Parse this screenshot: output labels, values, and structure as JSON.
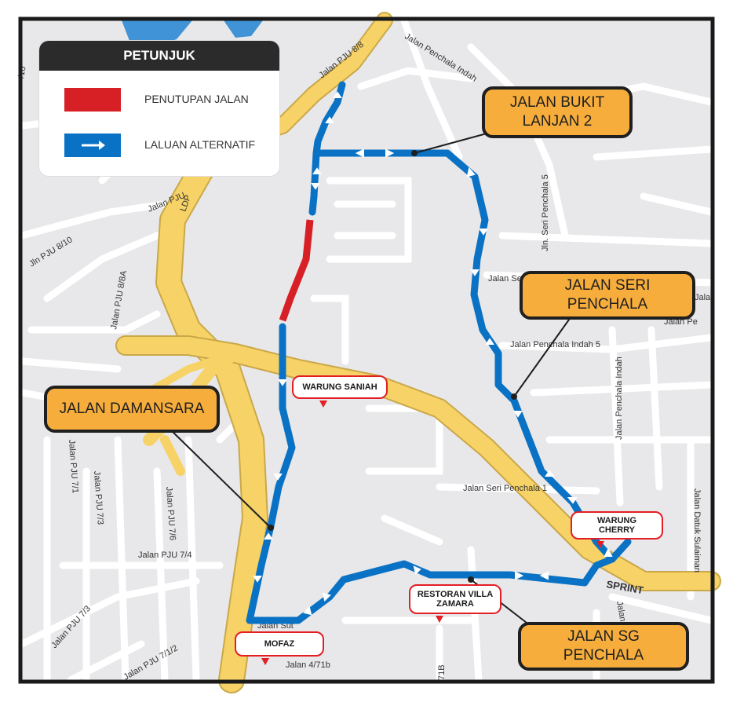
{
  "legend": {
    "title": "PETUNJUK",
    "items": [
      {
        "label": "PENUTUPAN JALAN",
        "color": "#d71f26"
      },
      {
        "label": "LALUAN ALTERNATIF",
        "color": "#0a72c4"
      }
    ]
  },
  "callouts": {
    "bukit_lanjan": "JALAN BUKIT LANJAN 2",
    "seri_penchala": "JALAN SERI PENCHALA",
    "damansara": "JALAN DAMANSARA",
    "sg_penchala": "JALAN SG PENCHALA"
  },
  "pois": {
    "warung_saniah": "WARUNG SANIAH",
    "warung_cherry": "WARUNG CHERRY",
    "restoran_villa": "RESTORAN VILLA ZAMARA",
    "mofaz": "MOFAZ"
  },
  "road_labels": {
    "penchala_indah_top": "Jalan Penchala Indah",
    "pju_8_8": "Jalan PJU 8/8",
    "pju_8_10_top": "/10",
    "ldp": "LDP",
    "jalan_pju_left": "Jalan PJU",
    "jln_pju_8_10": "Jln PJU 8/10",
    "pju_8_8a": "Jalan PJU 8/8A",
    "seri_penchala_5": "Jln. Seri Penchala 5",
    "jalan_seri": "Jalan Seri",
    "penchala_indah_5": "Jalan Penchala Indah 5",
    "penchala_indah_right": "Jalan Penchala Indah",
    "jalan_pe": "Jalan Pe",
    "jala": "Jala",
    "seri_penchala_1": "Jalan Seri Penchala 1",
    "datuk_sulaiman": "Jalan Datuk Sulaiman",
    "pju_7_1": "Jalan PJU 7/1",
    "pju_7_3_top": "Jalan PJU 7/3",
    "pju_7_6": "Jalan PJU 7/6",
    "pju_7_4": "Jalan PJU 7/4",
    "pju_7_3_bottom": "Jalan PJU 7/3",
    "pju_7_1_2": "Jalan PJU 7/1/2",
    "jalan_4_71b": "Jalan 4/71b",
    "l71b": "71B",
    "sprint": "SPRINT",
    "jalan_sutera": "Jalan Sut",
    "jalan_bottom_right": "Jalan"
  },
  "colors": {
    "land": "#e8e8ea",
    "water": "#3f93d6",
    "highway": "#f7d266",
    "closure": "#d71f26",
    "detour": "#0a72c4",
    "callout": "#f6ad3c",
    "poi_border": "#e31e24"
  }
}
